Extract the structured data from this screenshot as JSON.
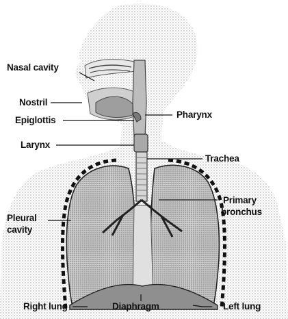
{
  "labels": {
    "nasal_cavity": "Nasal cavity",
    "nostril": "Nostril",
    "epiglottis": "Epiglottis",
    "larynx": "Larynx",
    "pharynx": "Pharynx",
    "trachea": "Trachea",
    "primary_bronchus_line1": "Primary",
    "primary_bronchus_line2": "bronchus",
    "pleural_cavity_line1": "Pleural",
    "pleural_cavity_line2": "cavity",
    "right_lung": "Right lung",
    "diaphragm": "Diaphragm",
    "left_lung": "Left lung"
  },
  "colors": {
    "stipple": "#8a8a8a",
    "tissue_light": "#d9d9d9",
    "tissue_mid": "#b5b5b5",
    "tissue_dark": "#6f6f6f",
    "line": "#111111"
  }
}
